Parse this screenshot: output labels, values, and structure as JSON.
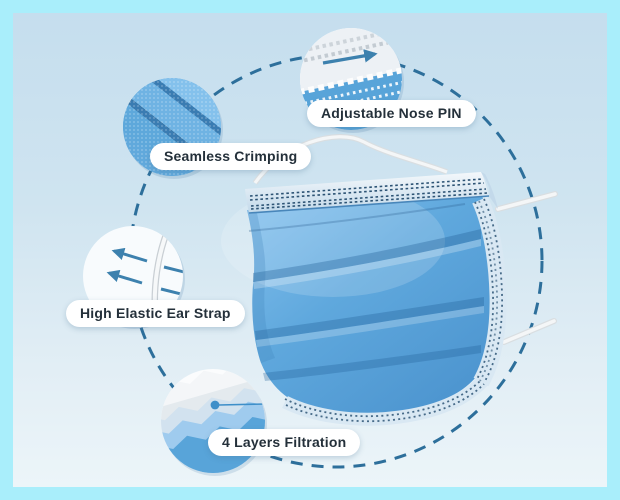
{
  "diagram": {
    "type": "product-feature-callout-diagram",
    "callouts": [
      {
        "id": "nose-pin",
        "label": "Adjustable Nose PIN"
      },
      {
        "id": "crimping",
        "label": "Seamless Crimping"
      },
      {
        "id": "ear-strap",
        "label": "High Elastic Ear Strap"
      },
      {
        "id": "filtration",
        "label": "4 Layers Filtration"
      }
    ],
    "icons": [
      {
        "name": "dashed-orbit-circle",
        "meaning": "dotted guide circle linking feature insets"
      },
      {
        "name": "stretch-arrows",
        "meaning": "elasticity direction arrows in ear-strap inset"
      },
      {
        "name": "slide-arrow",
        "meaning": "adjust direction arrow in nose-pin inset"
      },
      {
        "name": "layer-pointer-dot",
        "meaning": "pointer dot and line in 4-layers inset"
      }
    ],
    "colors": {
      "frame_border": "#a9eefb",
      "background_top": "#c5deee",
      "background_bottom": "#ecf5f9",
      "dashed_circle": "#2d6f9b",
      "arrow_accent": "#3d81ae",
      "mask_blue": "#5aa3d9",
      "mask_edge_band": "#d9e8f3",
      "stitch_dots": "#2c5374",
      "pill_background": "#ffffff",
      "pill_text": "#24303a"
    }
  }
}
